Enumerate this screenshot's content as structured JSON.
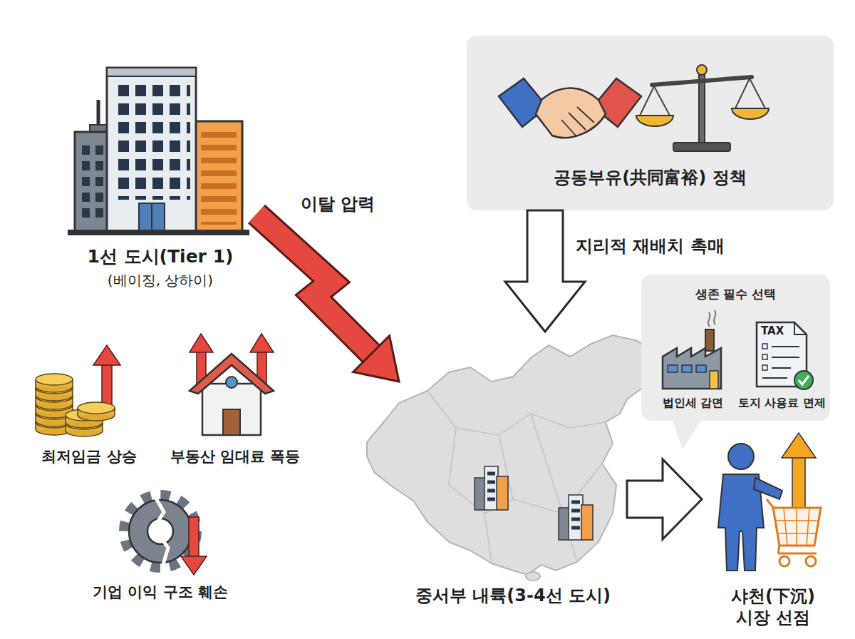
{
  "diagram": {
    "nodes": [
      {
        "text": [
          "1선 도시(Tier 1)",
          "(베이징, 상하이)"
        ]
      },
      {
        "text": [
          "공동부유(共同富裕) 정책"
        ]
      },
      {
        "text": [
          "중서부 내륙(3-4선 도시)"
        ]
      },
      {
        "text": [
          "생존 필수 선택"
        ]
      },
      {
        "text": [
          "법인세 감면"
        ],
        "in": 3
      },
      {
        "text": [
          "토지 사용료 면제"
        ],
        "in": 3
      },
      {
        "text": [
          "샤천(下沉) 시장 선점"
        ]
      },
      {
        "text": [
          "최저임금 상승"
        ]
      },
      {
        "text": [
          "부동산 임대료 폭등"
        ]
      },
      {
        "text": [
          "기업 이익 구조 훼손"
        ]
      }
    ],
    "edges": [
      {
        "from": 0,
        "to": 2,
        "arrow": "to",
        "label": "이탈 압력"
      },
      {
        "from": 1,
        "to": 2,
        "arrow": "to",
        "label": "지리적 재배치 촉매"
      },
      {
        "from": 2,
        "to": 6,
        "arrow": "to"
      }
    ],
    "labels": [
      "TAX"
    ]
  }
}
